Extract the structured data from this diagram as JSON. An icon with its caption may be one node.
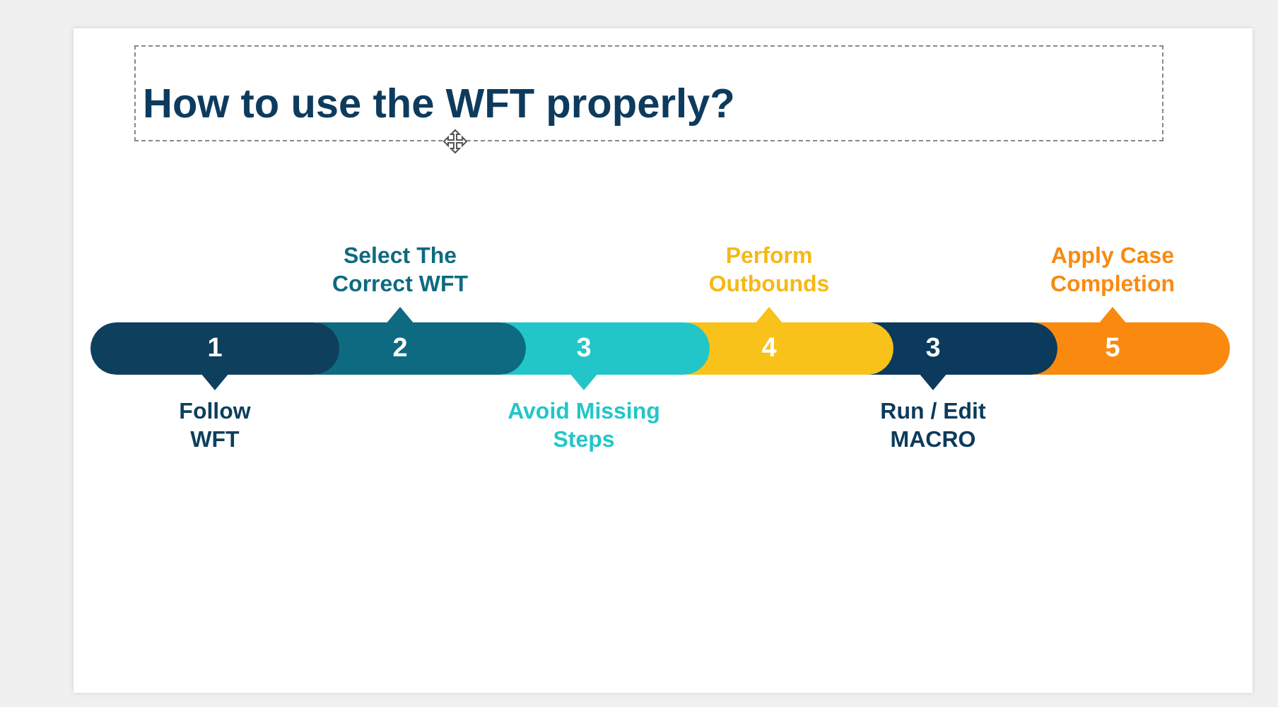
{
  "diagram": {
    "title": "How to use the WFT properly?",
    "nodes": [
      {
        "text": [
          "1"
        ],
        "beside": [
          "Follow WFT"
        ]
      },
      {
        "text": [
          "2"
        ],
        "beside": [
          "Select The Correct WFT"
        ]
      },
      {
        "text": [
          "3"
        ],
        "beside": [
          "Avoid Missing Steps"
        ]
      },
      {
        "text": [
          "4"
        ],
        "beside": [
          "Perform Outbounds"
        ]
      },
      {
        "text": [
          "3"
        ],
        "beside": [
          "Run / Edit MACRO"
        ]
      },
      {
        "text": [
          "5"
        ],
        "beside": [
          "Apply Case Completion"
        ]
      }
    ]
  }
}
